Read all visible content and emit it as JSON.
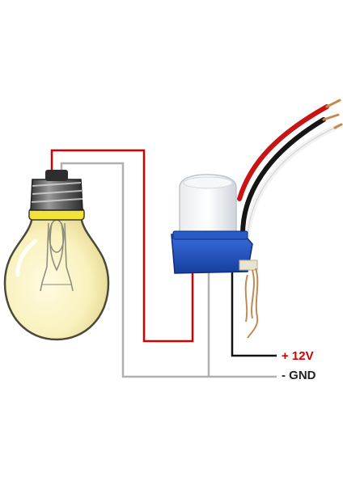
{
  "terminals": {
    "positive": {
      "label": "+ 12V",
      "color": "#d40000"
    },
    "ground": {
      "label": "- GND",
      "color": "#222222"
    }
  },
  "wires": {
    "live_color": "#d40000",
    "neutral_color": "#b0b0b0",
    "signal_color": "#111111"
  },
  "components": [
    {
      "name": "light-bulb",
      "icon": "light-bulb-icon"
    },
    {
      "name": "photocell-switch",
      "icon": "photocell-sensor-icon"
    }
  ]
}
